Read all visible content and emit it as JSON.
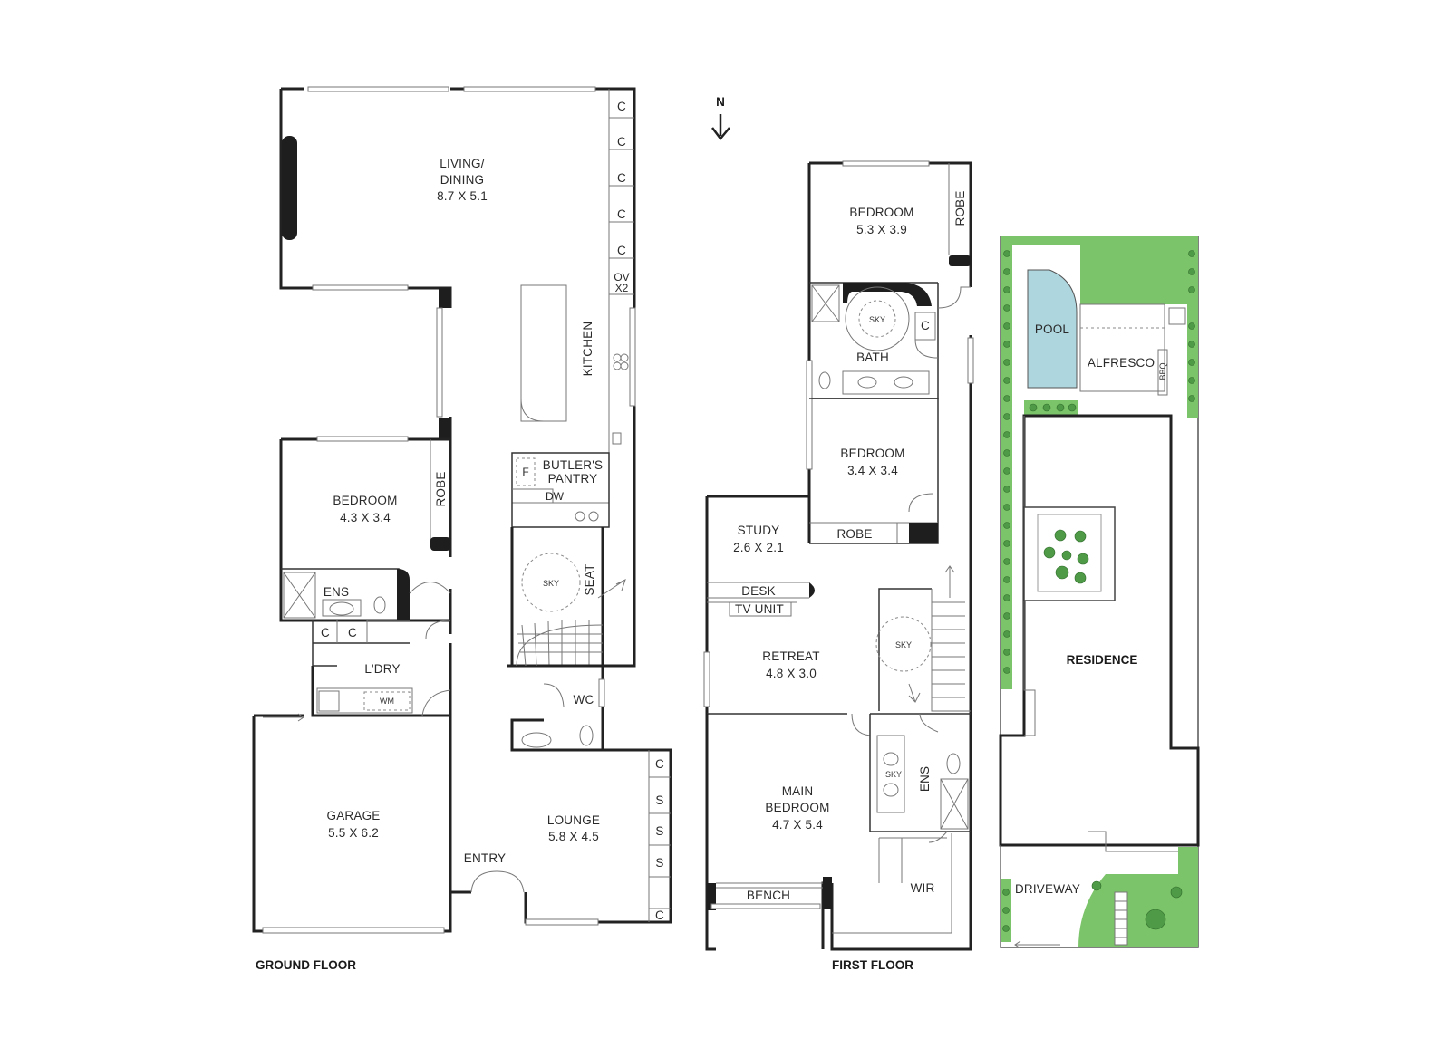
{
  "compass": {
    "label": "N"
  },
  "floors": {
    "ground": {
      "label": "GROUND FLOOR"
    },
    "first": {
      "label": "FIRST FLOOR"
    }
  },
  "ground_rooms": {
    "living": {
      "line1": "LIVING/",
      "line2": "DINING",
      "dims": "8.7 X 5.1"
    },
    "kitchen": {
      "label": "KITCHEN"
    },
    "butlers": {
      "line1": "BUTLER'S",
      "line2": "PANTRY",
      "f": "F",
      "dw": "DW"
    },
    "bedroom": {
      "label": "BEDROOM",
      "dims": "4.3 X 3.4",
      "robe": "ROBE"
    },
    "ens": {
      "label": "ENS"
    },
    "ldry": {
      "label": "L'DRY",
      "wm": "WM"
    },
    "sky": {
      "label": "SKY"
    },
    "seat": {
      "label": "SEAT"
    },
    "wc": {
      "label": "WC"
    },
    "garage": {
      "label": "GARAGE",
      "dims": "5.5 X 6.2"
    },
    "lounge": {
      "label": "LOUNGE",
      "dims": "5.8 X 4.5"
    },
    "entry": {
      "label": "ENTRY"
    },
    "cupboard": {
      "c": "C",
      "s": "S",
      "ov1": "OV",
      "ov2": "X2"
    }
  },
  "first_rooms": {
    "bedroom1": {
      "label": "BEDROOM",
      "dims": "5.3 X 3.9",
      "robe": "ROBE"
    },
    "bath": {
      "label": "BATH",
      "sky": "SKY",
      "c": "C"
    },
    "bedroom2": {
      "label": "BEDROOM",
      "dims": "3.4 X 3.4",
      "robe": "ROBE"
    },
    "study": {
      "label": "STUDY",
      "dims": "2.6 X 2.1"
    },
    "desk": {
      "label": "DESK"
    },
    "tvunit": {
      "label": "TV UNIT"
    },
    "retreat": {
      "label": "RETREAT",
      "dims": "4.8 X 3.0"
    },
    "sky": {
      "label": "SKY"
    },
    "main": {
      "line1": "MAIN",
      "line2": "BEDROOM",
      "dims": "4.7 X 5.4"
    },
    "ens": {
      "label": "ENS",
      "sky": "SKY"
    },
    "bench": {
      "label": "BENCH"
    },
    "wir": {
      "label": "WIR"
    }
  },
  "site": {
    "pool": {
      "label": "POOL"
    },
    "alfresco": {
      "label": "ALFRESCO",
      "bbq": "BBQ"
    },
    "residence": {
      "label": "RESIDENCE"
    },
    "driveway": {
      "label": "DRIVEWAY"
    }
  },
  "colors": {
    "grass": "#7cc46a",
    "pool": "#aed6df",
    "wall": "#222222"
  }
}
